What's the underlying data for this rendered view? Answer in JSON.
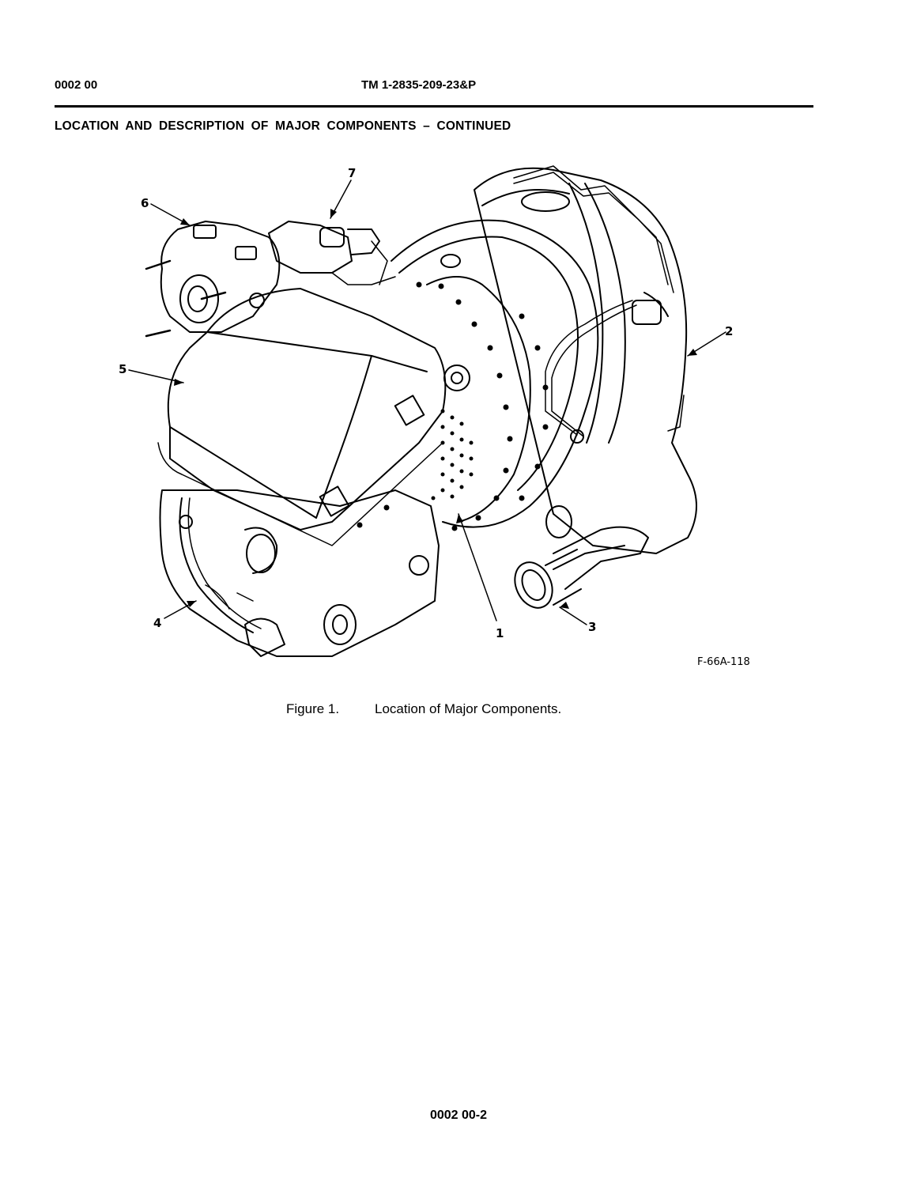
{
  "header": {
    "work_package": "0002 00",
    "manual_number": "TM 1-2835-209-23&P"
  },
  "section": {
    "title": "LOCATION AND DESCRIPTION OF MAJOR COMPONENTS – CONTINUED"
  },
  "figure": {
    "callouts": [
      "1",
      "2",
      "3",
      "4",
      "5",
      "6",
      "7"
    ],
    "figure_id": "F-66A-118",
    "caption_number": "Figure 1.",
    "caption_text": "Location of Major Components."
  },
  "footer": {
    "page_number": "0002 00-2"
  }
}
